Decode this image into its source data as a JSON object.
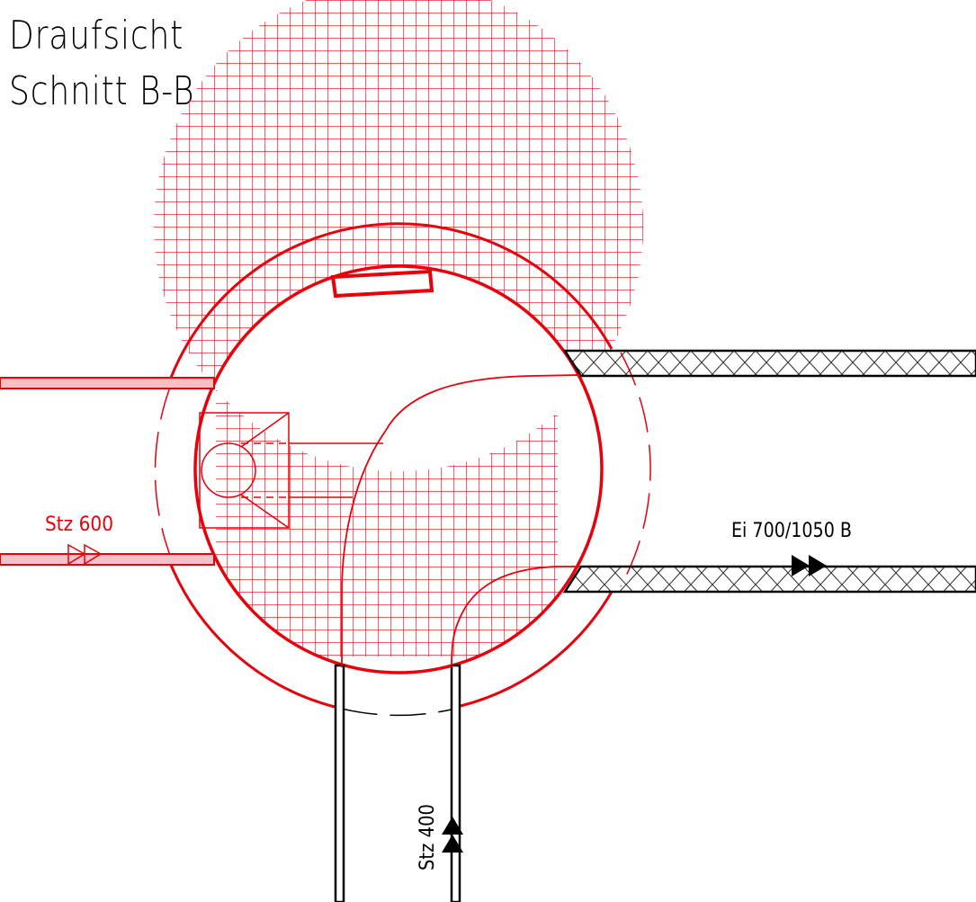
{
  "titles": {
    "line1": "Draufsicht",
    "line2": "Schnitt B-B"
  },
  "labels": {
    "left_pipe": "Stz 600",
    "right_pipe": "Ei 700/1050 B",
    "bottom_pipe": "Stz 400"
  },
  "colors": {
    "red": "#e8000b",
    "pink_fill": "#f6c0c4",
    "black": "#000000"
  }
}
